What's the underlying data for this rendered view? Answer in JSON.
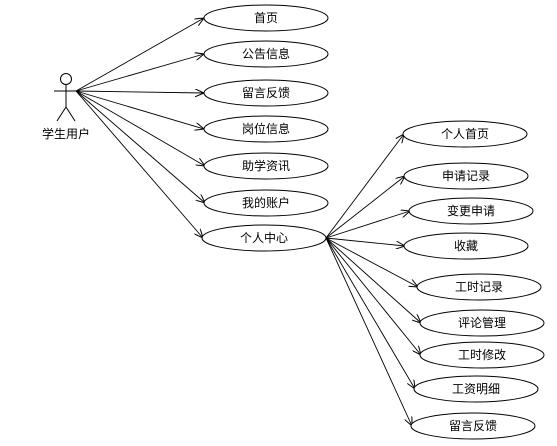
{
  "actor": {
    "label": "学生用户",
    "icon": "stick-figure-icon"
  },
  "use_cases": [
    {
      "key": "home",
      "label": "首页"
    },
    {
      "key": "notice",
      "label": "公告信息"
    },
    {
      "key": "feedback",
      "label": "留言反馈"
    },
    {
      "key": "jobs",
      "label": "岗位信息"
    },
    {
      "key": "aid",
      "label": "助学资讯"
    },
    {
      "key": "account",
      "label": "我的账户"
    },
    {
      "key": "center",
      "label": "个人中心"
    }
  ],
  "sub_use_cases": [
    {
      "key": "profile",
      "label": "个人首页"
    },
    {
      "key": "apply_records",
      "label": "申请记录"
    },
    {
      "key": "change_request",
      "label": "变更申请"
    },
    {
      "key": "favorites",
      "label": "收藏"
    },
    {
      "key": "hours",
      "label": "工时记录"
    },
    {
      "key": "comments",
      "label": "评论管理"
    },
    {
      "key": "hours_edit",
      "label": "工时修改"
    },
    {
      "key": "salary",
      "label": "工资明细"
    },
    {
      "key": "feedback2",
      "label": "留言反馈"
    }
  ],
  "colors": {
    "stroke": "#000000",
    "fill": "#ffffff"
  }
}
